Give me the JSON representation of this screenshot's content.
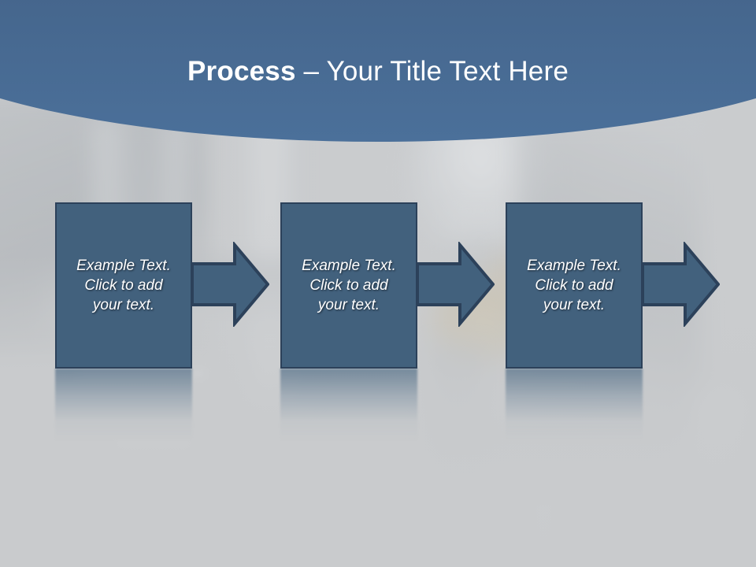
{
  "slide": {
    "title": {
      "lead": "Process",
      "rest": " – Your Title Text Here"
    },
    "theme": {
      "header_top_color": "#2f4459",
      "header_bottom_color": "#4b709a",
      "body_background_color": "#c9cbcd",
      "shape_fill_color": "#42617d",
      "shape_border_color": "#2c415a",
      "shape_text_color": "#ffffff",
      "title_text_color": "#ffffff",
      "rim_color": "#bac4d0"
    },
    "process": {
      "stages": [
        {
          "id": "stage-1",
          "text": "Example Text.\nClick  to add\nyour text.",
          "arrow": "arrow-right"
        },
        {
          "id": "stage-2",
          "text": "Example Text.\nClick  to add\nyour text.",
          "arrow": "arrow-right"
        },
        {
          "id": "stage-3",
          "text": "Example Text.\nClick  to add\nyour text.",
          "arrow": "arrow-right"
        }
      ]
    }
  }
}
